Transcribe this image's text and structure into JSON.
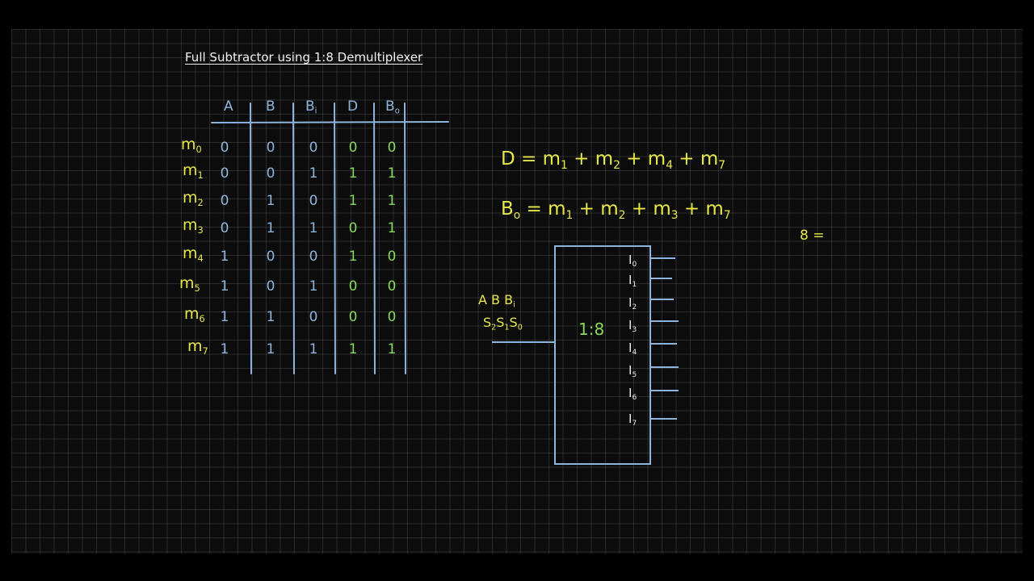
{
  "title": "Full Subtractor using 1:8 Demultiplexer",
  "colors": {
    "background": "#000000",
    "grid_line": "#3a3a3a",
    "table_lines": "#8fb4dc",
    "minterm_labels": "#e6e84a",
    "input_values": "#8fb4dc",
    "output_values": "#86d95a",
    "equations": "#e6e84a",
    "demux": "#8fb4dc"
  },
  "truth_table": {
    "headers": [
      "A",
      "B",
      "Bi",
      "D",
      "Bo"
    ],
    "minterms": [
      "m0",
      "m1",
      "m2",
      "m3",
      "m4",
      "m5",
      "m6",
      "m7"
    ],
    "rows": [
      [
        "0",
        "0",
        "0",
        "0",
        "0"
      ],
      [
        "0",
        "0",
        "1",
        "1",
        "1"
      ],
      [
        "0",
        "1",
        "0",
        "1",
        "1"
      ],
      [
        "0",
        "1",
        "1",
        "0",
        "1"
      ],
      [
        "1",
        "0",
        "0",
        "1",
        "0"
      ],
      [
        "1",
        "0",
        "1",
        "0",
        "0"
      ],
      [
        "1",
        "1",
        "0",
        "0",
        "0"
      ],
      [
        "1",
        "1",
        "1",
        "1",
        "1"
      ]
    ]
  },
  "equations": {
    "D": "D = m1 + m2 + m4 + m7",
    "Bo": "Bo = m1 + m2 + m3 + m7",
    "side_note": "8 ="
  },
  "demux": {
    "label": "1:8",
    "select_inputs": "A B Bi",
    "select_lines": [
      "S2",
      "S1",
      "S0"
    ],
    "outputs": [
      "I0",
      "I1",
      "I2",
      "I3",
      "I4",
      "I5",
      "I6",
      "I7"
    ]
  }
}
